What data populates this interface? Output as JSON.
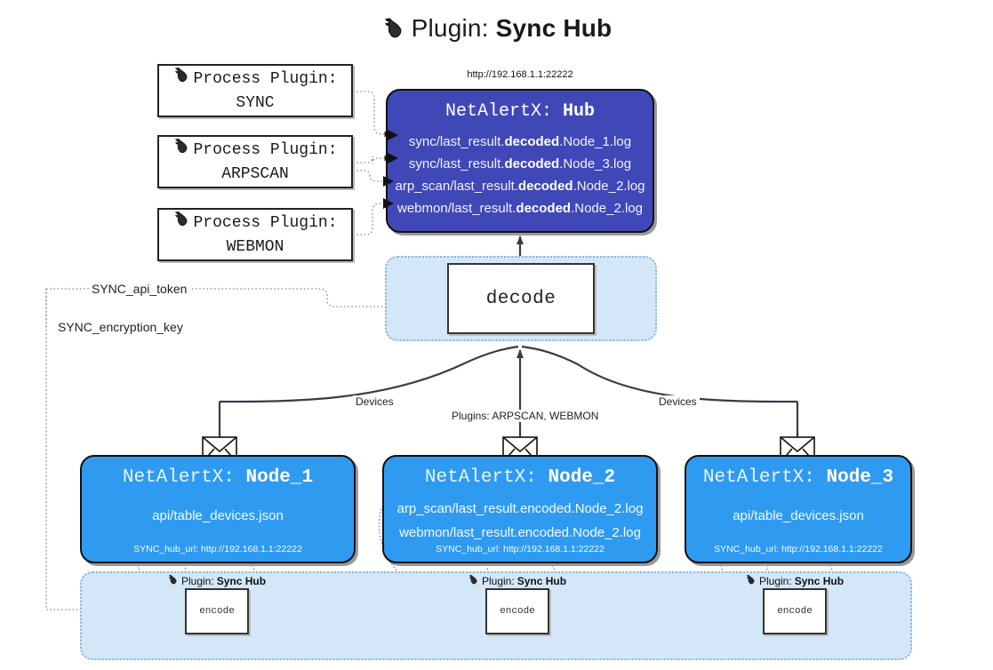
{
  "title": {
    "icon": "plug-icon",
    "prefix": "Plugin:",
    "name": "Sync Hub"
  },
  "hub": {
    "url": "http://192.168.1.1:22222",
    "title_prefix": "NetAlertX:",
    "title_name": "Hub",
    "logs": [
      {
        "pre": "sync/last_result.",
        "mid": "decoded",
        "post": ".Node_1.log"
      },
      {
        "pre": "sync/last_result.",
        "mid": "decoded",
        "post": ".Node_3.log"
      },
      {
        "pre": "arp_scan/last_result.",
        "mid": "decoded",
        "post": ".Node_2.log"
      },
      {
        "pre": "webmon/last_result.",
        "mid": "decoded",
        "post": ".Node_2.log"
      }
    ]
  },
  "process_plugins": [
    {
      "icon": "plug-icon",
      "line1": "Process Plugin:",
      "line2": "SYNC"
    },
    {
      "icon": "plug-icon",
      "line1": "Process Plugin:",
      "line2": "ARPSCAN"
    },
    {
      "icon": "plug-icon",
      "line1": "Process Plugin:",
      "line2": "WEBMON"
    }
  ],
  "decode": {
    "label": "decode"
  },
  "settings": {
    "api_token": "SYNC_api_token",
    "encryption_key": "SYNC_encryption_key"
  },
  "edge_labels": {
    "devices_left": "Devices",
    "devices_right": "Devices",
    "plugins_center": "Plugins: ARPSCAN, WEBMON"
  },
  "nodes": [
    {
      "title_prefix": "NetAlertX:",
      "title_name": "Node_1",
      "lines": [
        "api/table_devices.json"
      ],
      "footer": "SYNC_hub_url: http://192.168.1.1:22222",
      "mail_icon": "envelope-icon"
    },
    {
      "title_prefix": "NetAlertX:",
      "title_name": "Node_2",
      "lines": [
        "arp_scan/last_result.encoded.Node_2.log",
        "webmon/last_result.encoded.Node_2.log"
      ],
      "footer": "SYNC_hub_url: http://192.168.1.1:22222",
      "mail_icon": "envelope-icon"
    },
    {
      "title_prefix": "NetAlertX:",
      "title_name": "Node_3",
      "lines": [
        "api/table_devices.json"
      ],
      "footer": "SYNC_hub_url: http://192.168.1.1:22222",
      "mail_icon": "envelope-icon"
    }
  ],
  "encoders": [
    {
      "plugin_prefix": "Plugin:",
      "plugin_name": "Sync Hub",
      "label": "encode"
    },
    {
      "plugin_prefix": "Plugin:",
      "plugin_name": "Sync Hub",
      "label": "encode"
    },
    {
      "plugin_prefix": "Plugin:",
      "plugin_name": "Sync Hub",
      "label": "encode"
    }
  ],
  "colors": {
    "hub_fill": "#4048b8",
    "node_fill": "#2f9bf0",
    "container_fill": "#d4e7f8",
    "container_border": "#8fb4d4",
    "stroke": "#333333"
  }
}
